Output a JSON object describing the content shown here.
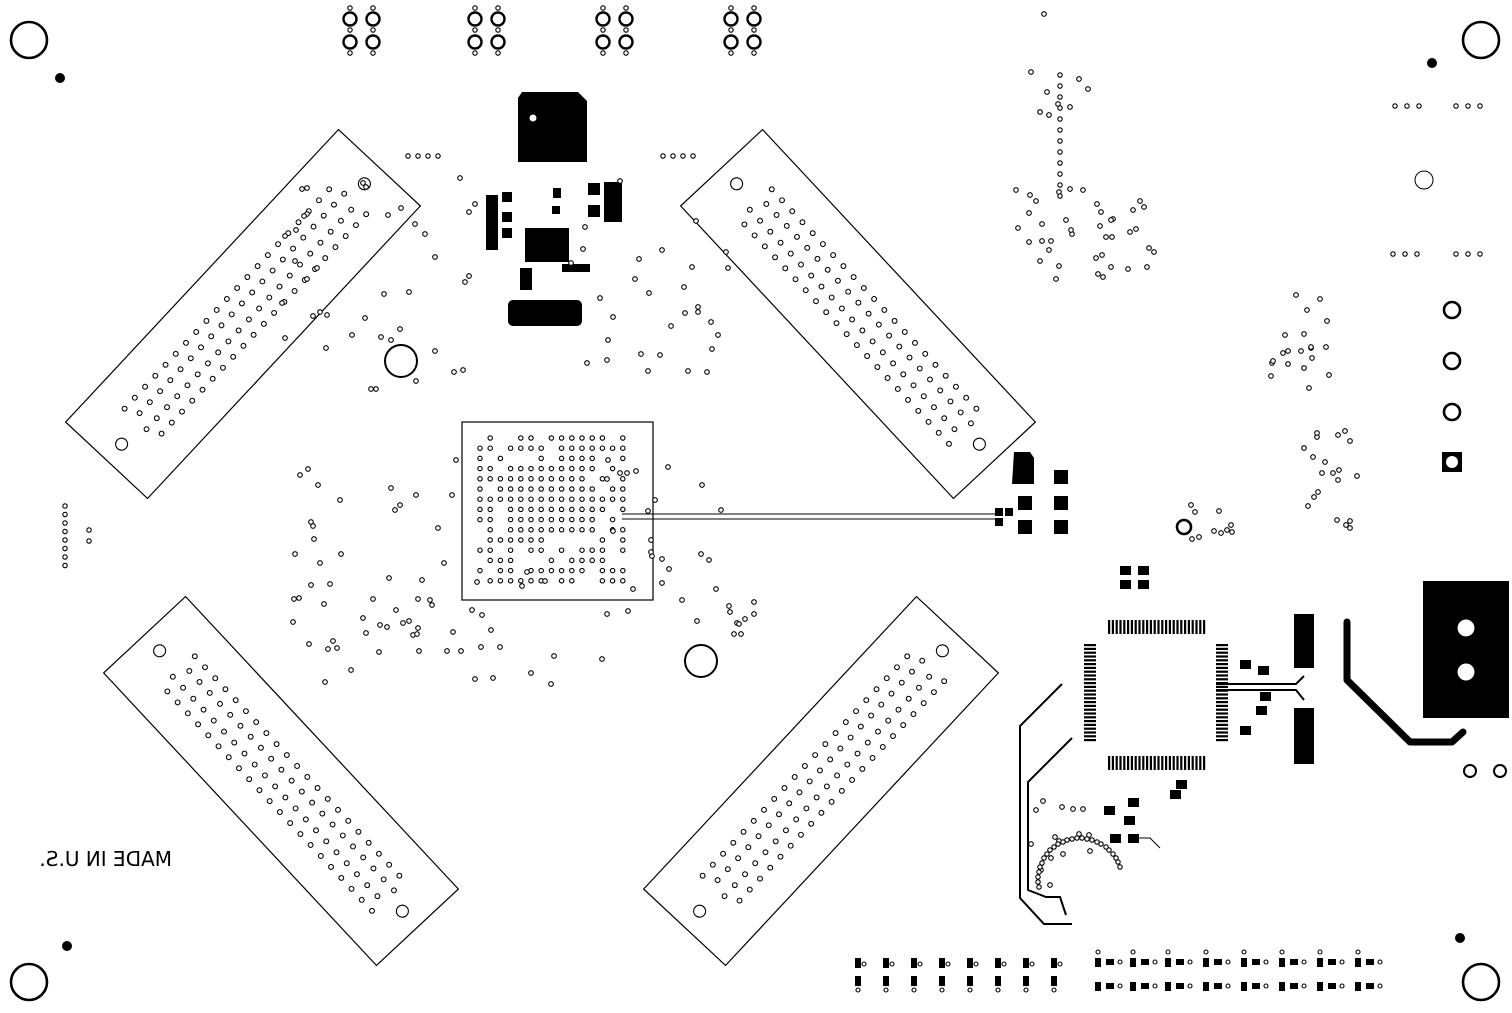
{
  "board": {
    "silkscreen_text": "MADE IN U.S.",
    "colors": {
      "copper": "#000000",
      "substrate": "#ffffff"
    },
    "connector_count": 4,
    "mounting_hole_count": 8
  }
}
